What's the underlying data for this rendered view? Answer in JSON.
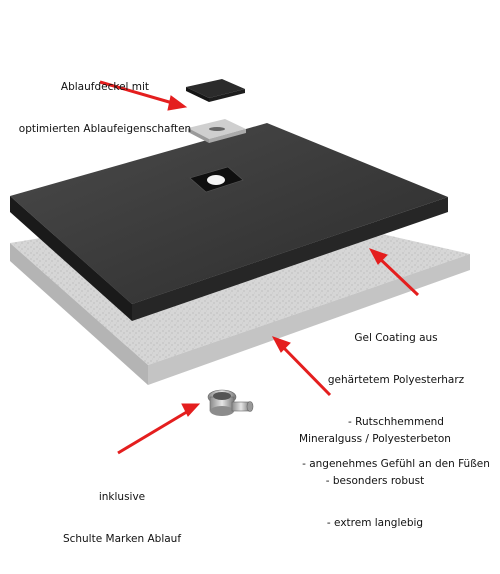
{
  "labels": {
    "cover": [
      "Ablaufdeckel mit",
      "optimierten Ablaufeigenschaften"
    ],
    "coating": [
      "Gel Coating aus",
      "gehärtetem Polyesterharz",
      "- Rutschhemmend",
      "- angenehmes Gefühl an den Füßen"
    ],
    "mineral": [
      "Mineralguss / Polyesterbeton",
      "- besonders robust",
      "- extrem langlebig"
    ],
    "drain": [
      "inklusive",
      "Schulte Marken Ablauf"
    ]
  },
  "colors": {
    "tray_top": "#3a3a3a",
    "tray_edge": "#1e1e1e",
    "base_top": "#d8d8d8",
    "base_edge": "#a9a9a9",
    "arrow": "#e41e1e",
    "text": "#111111"
  }
}
